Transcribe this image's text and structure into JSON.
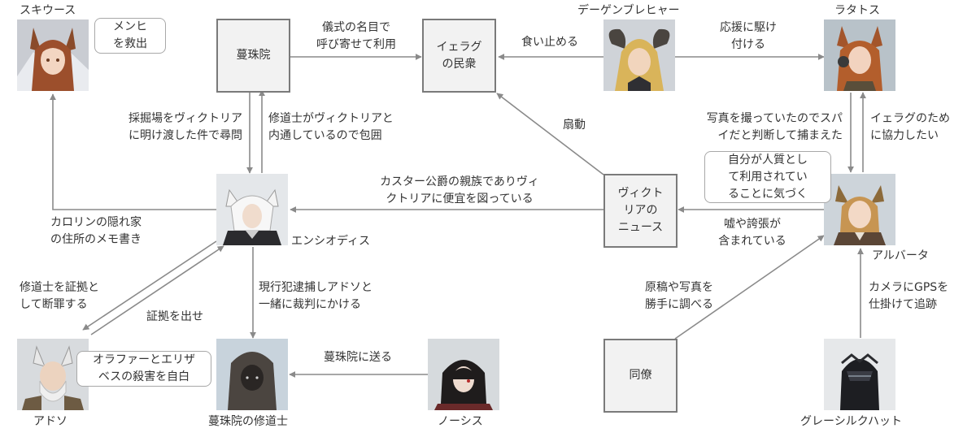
{
  "characters": {
    "skiwoose": {
      "name": "スキウース",
      "bubble": "メンヒ\nを救出"
    },
    "degen": {
      "name": "デーゲンブレヒャー"
    },
    "ratatos": {
      "name": "ラタトス"
    },
    "ensio": {
      "name": "エンシオディス"
    },
    "alberta": {
      "name": "アルバータ",
      "bubble": "自分が人質とし\nて利用されてい\nることに気づく"
    },
    "adoso": {
      "name": "アドソ",
      "bubble": "オラファーとエリザ\nベスの殺害を自白"
    },
    "monk": {
      "name": "蔓珠院の修道士"
    },
    "nosis": {
      "name": "ノーシス"
    },
    "grey": {
      "name": "グレーシルクハット"
    }
  },
  "boxes": {
    "manjuin": "蔓珠院",
    "iberia": "イェラグ\nの民衆",
    "victoria_news": "ヴィクト\nリアの\nニュース",
    "colleague": "同僚"
  },
  "edges": {
    "manjuin_iberia": "儀式の名目で\n呼び寄せて利用",
    "degen_iberia": "食い止める",
    "degen_ratatos": "応援に駆け\n付ける",
    "ensio_skiwoose": "採掘場をヴィクトリア\nに明け渡した件で尋問",
    "manjuin_ensio": "修道士がヴィクトリアと\n内通しているので包囲",
    "news_iberia": "扇動",
    "alberta_ratatos": "写真を撮っていたのでスパ\nイだと判断して捕まえた",
    "ratatos_alberta": "イェラグのため\nに協力したい",
    "news_ensio": "カスター公爵の親族でありヴィ\nクトリアに便宜を図っている",
    "alberta_news": "嘘や誇張が\n含まれている",
    "ensio_skiwoose_memo": "カロリンの隠れ家\nの住所のメモ書き",
    "adoso_ensio": "修道士を証拠と\nして断罪する",
    "ensio_adoso": "証拠を出せ",
    "ensio_monk": "現行犯逮捕しアドソと\n一緒に裁判にかける",
    "nosis_monk": "蔓珠院に送る",
    "colleague_alberta": "原稿や写真を\n勝手に調べる",
    "grey_alberta": "カメラにGPSを\n仕掛けて追跡"
  },
  "colors": {
    "arrow": "#8a8a8a",
    "box_border": "#7a7a7a",
    "box_fill": "#f2f2f2",
    "text": "#333333"
  }
}
